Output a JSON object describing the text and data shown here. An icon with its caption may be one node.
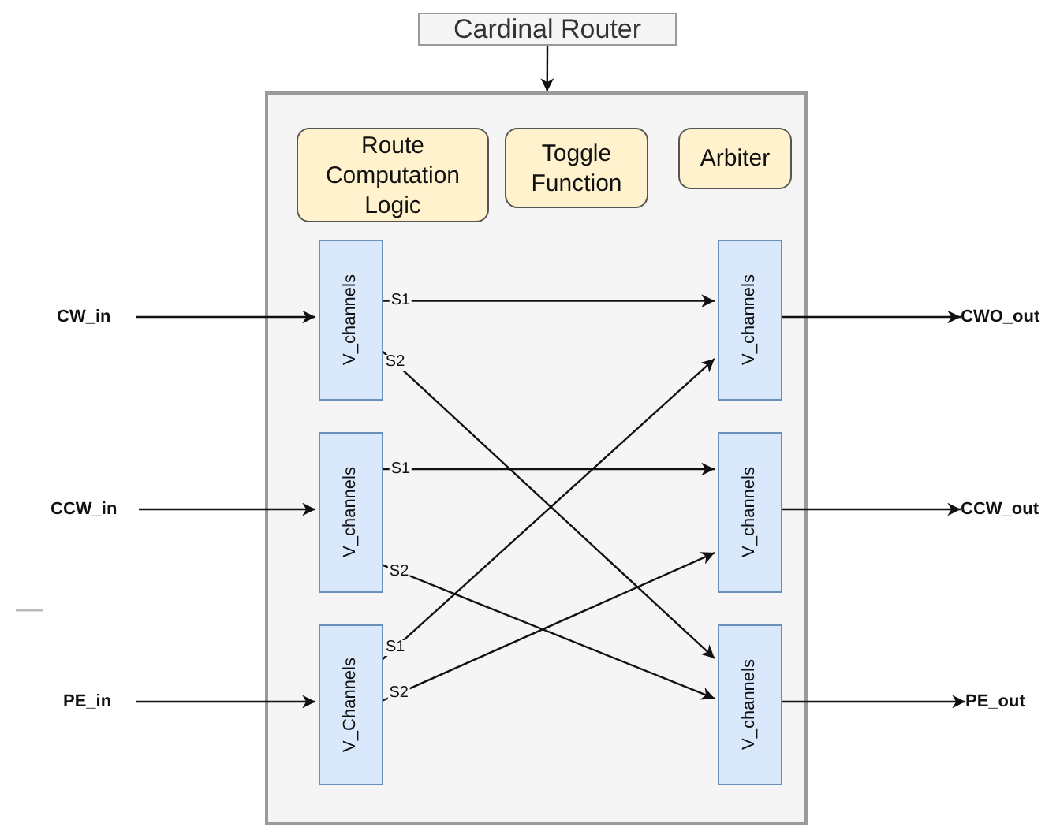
{
  "diagram": {
    "nodes": [
      {
        "text": [
          "Cardinal Router"
        ]
      },
      {
        "text": [],
        "shape": "box"
      },
      {
        "text": [
          "Route Computation Logic"
        ],
        "in": 1
      },
      {
        "text": [
          "Toggle Function"
        ],
        "in": 1
      },
      {
        "text": [
          "Arbiter"
        ],
        "in": 1
      },
      {
        "text": [
          "V_channels"
        ],
        "in": 1
      },
      {
        "text": [
          "V_channels"
        ],
        "in": 1
      },
      {
        "text": [
          "V_Channels"
        ],
        "in": 1
      },
      {
        "text": [
          "V_channels"
        ],
        "in": 1
      },
      {
        "text": [
          "V_channels"
        ],
        "in": 1
      },
      {
        "text": [
          "V_channels"
        ],
        "in": 1
      },
      {
        "text": [
          "CW_in"
        ]
      },
      {
        "text": [
          "CCW_in"
        ]
      },
      {
        "text": [
          "PE_in"
        ]
      },
      {
        "text": [
          "CWO_out"
        ]
      },
      {
        "text": [
          "CCW_out"
        ]
      },
      {
        "text": [
          "PE_out"
        ]
      }
    ],
    "edges": [
      {
        "from": 0,
        "to": 1,
        "arrow": "to"
      },
      {
        "from": 11,
        "to": 5,
        "arrow": "to"
      },
      {
        "from": 12,
        "to": 6,
        "arrow": "to"
      },
      {
        "from": 13,
        "to": 7,
        "arrow": "to"
      },
      {
        "from": 5,
        "to": 8,
        "arrow": "to",
        "label": "S1"
      },
      {
        "from": 5,
        "to": 10,
        "arrow": "to",
        "label": "S2"
      },
      {
        "from": 6,
        "to": 9,
        "arrow": "to",
        "label": "S1"
      },
      {
        "from": 6,
        "to": 10,
        "arrow": "to",
        "label": "S2"
      },
      {
        "from": 7,
        "to": 8,
        "arrow": "to",
        "label": "S1"
      },
      {
        "from": 7,
        "to": 9,
        "arrow": "to",
        "label": "S2"
      },
      {
        "from": 8,
        "to": 14,
        "arrow": "to"
      },
      {
        "from": 9,
        "to": 15,
        "arrow": "to"
      },
      {
        "from": 10,
        "to": 16,
        "arrow": "to"
      }
    ]
  }
}
